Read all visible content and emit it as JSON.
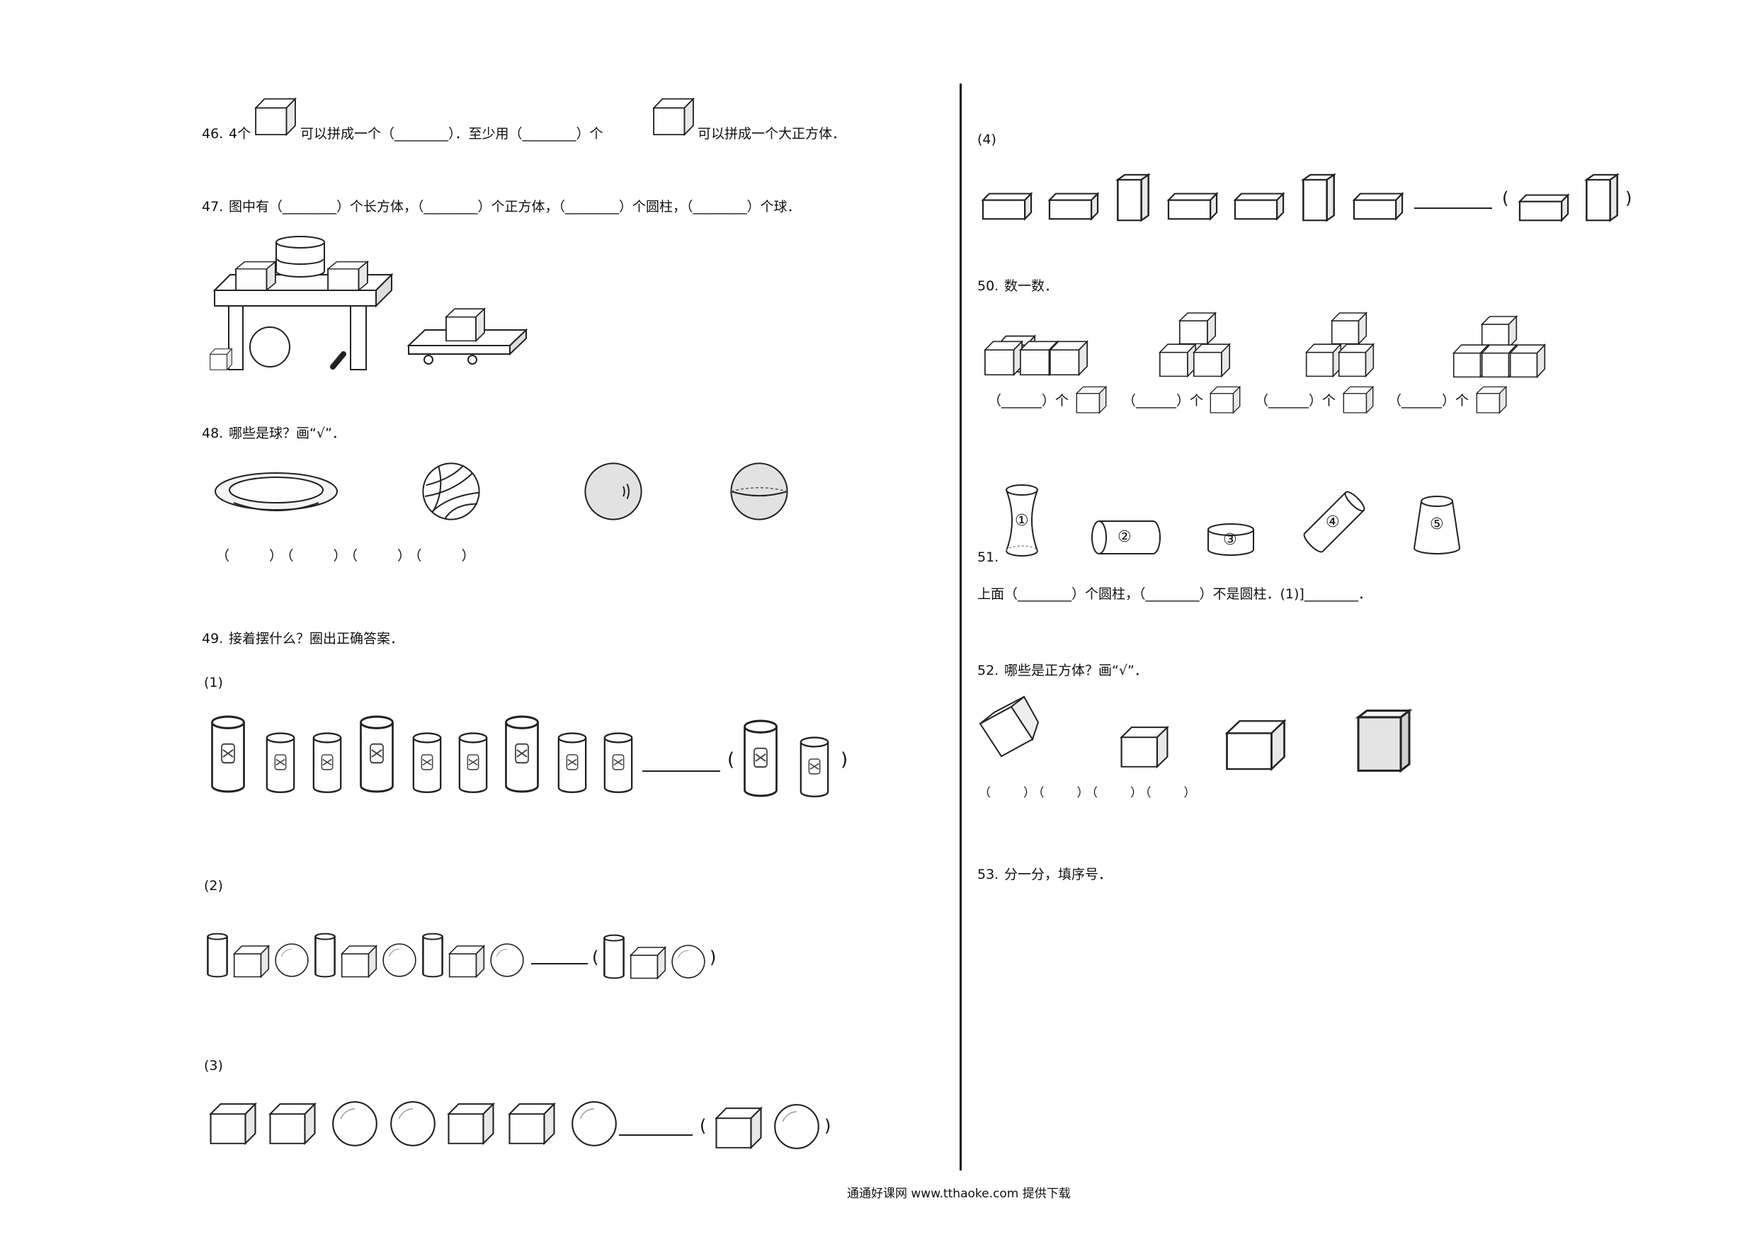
{
  "q46": {
    "num": "46.",
    "a": "4个",
    "b": "可以拼成一个（________）．至少用（________）个",
    "c": "可以拼成一个大正方体．"
  },
  "q47": {
    "num": "47.",
    "text": "图中有（________）个长方体，（________）个正方体，（________）个圆柱，（________）个球．"
  },
  "q48": {
    "num": "48.",
    "text": "哪些是球？画“√”．",
    "blanks": "（　　）（　　）（　　）（　　）"
  },
  "q49": {
    "num": "49.",
    "text": "接着摆什么？圈出正确答案．",
    "p1": "(1)",
    "p2": "(2)",
    "p3": "(3)",
    "p4": "(4)",
    "open": "(",
    "close": ")"
  },
  "q50": {
    "num": "50.",
    "text": "数一数．",
    "blank": "（______）个"
  },
  "q51": {
    "num": "51.",
    "labels": [
      "①",
      "②",
      "③",
      "④",
      "⑤"
    ],
    "text": "上面（________）个圆柱，（________）不是圆柱．(1)]________．"
  },
  "q52": {
    "num": "52.",
    "text": "哪些是正方体？画“√”．",
    "blanks": "（　　）（　　）（　　）（　　）"
  },
  "q53": {
    "num": "53.",
    "text": "分一分，填序号．"
  },
  "footer": "通通好课网 www.tthaoke.com 提供下载"
}
